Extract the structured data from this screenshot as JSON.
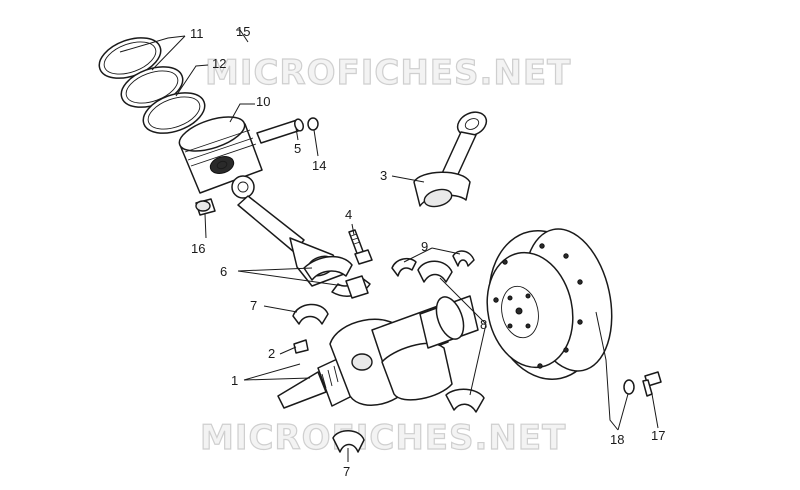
{
  "watermark": {
    "top": "MICROFICHES.NET",
    "bottom": "MICROFICHES.NET"
  },
  "callouts": {
    "c1": "1",
    "c2": "2",
    "c3": "3",
    "c4": "4",
    "c5": "5",
    "c6": "6",
    "c7a": "7",
    "c7b": "7",
    "c8": "8",
    "c9": "9",
    "c10": "10",
    "c11": "11",
    "c12": "12",
    "c14": "14",
    "c15": "15",
    "c16": "16",
    "c17": "17",
    "c18": "18"
  }
}
